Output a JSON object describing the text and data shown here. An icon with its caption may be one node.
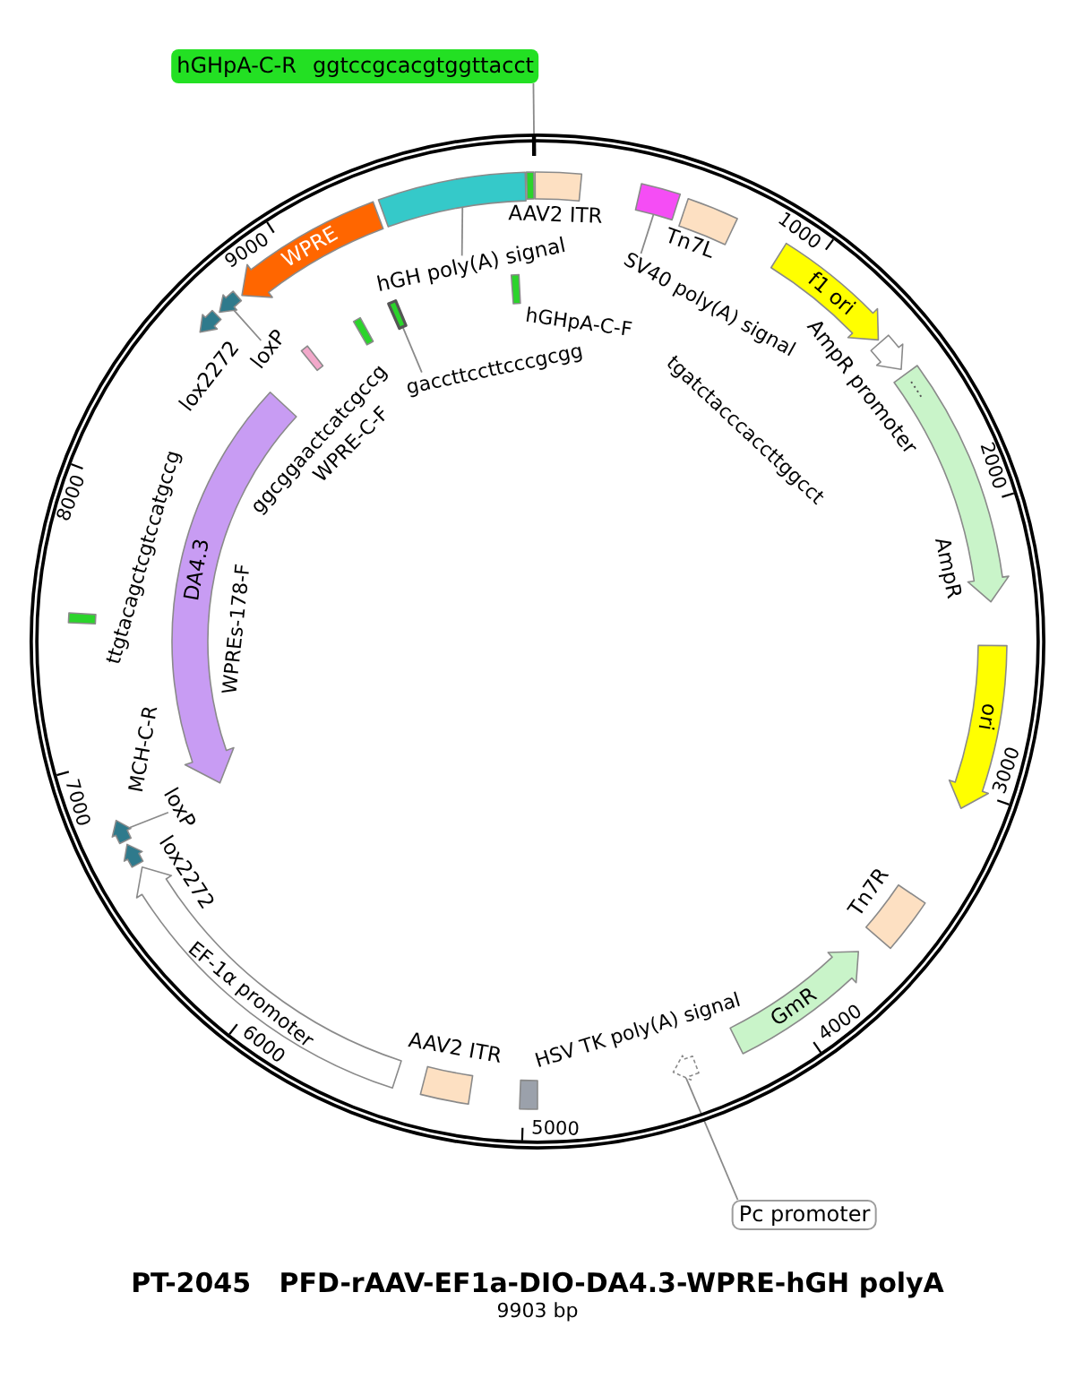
{
  "diagram": {
    "title": "PT-2045   PFD-rAAV-EF1a-DIO-DA4.3-WPRE-hGH polyA",
    "caption": "9903 bp",
    "nodes": [
      {
        "text": [
          "hGHpA-C-R",
          "ggtccgcacgtggttacct"
        ]
      },
      {
        "text": [],
        "shape": "circle"
      },
      {
        "text": [],
        "shape": "box",
        "beside": [
          "AAV2 ITR"
        ],
        "in": 1
      },
      {
        "text": [],
        "shape": "box",
        "in": 1
      },
      {
        "text": [],
        "shape": "box",
        "beside": [
          "Tn7L"
        ],
        "in": 1
      },
      {
        "text": [
          "f1 ori"
        ],
        "in": 1
      },
      {
        "text": [],
        "shape": "arrow",
        "beside": [
          "AmpR promoter"
        ],
        "in": 1
      },
      {
        "text": [],
        "shape": "arrow",
        "beside": [
          "AmpR"
        ],
        "in": 1
      },
      {
        "text": [
          "ori"
        ],
        "in": 1
      },
      {
        "text": [],
        "shape": "box",
        "beside": [
          "Tn7R"
        ],
        "in": 1
      },
      {
        "text": [
          "GmR"
        ],
        "in": 1
      },
      {
        "text": [],
        "shape": "arrow",
        "in": 1
      },
      {
        "text": [],
        "shape": "box",
        "in": 1
      },
      {
        "text": [],
        "shape": "box",
        "beside": [
          "AAV2 ITR"
        ],
        "in": 1
      },
      {
        "text": [
          "EF-1α promoter"
        ],
        "in": 1
      },
      {
        "text": [],
        "shape": "arrow",
        "in": 1
      },
      {
        "text": [],
        "shape": "arrow",
        "in": 1
      },
      {
        "text": [
          "DA4.3"
        ],
        "in": 1
      },
      {
        "text": [],
        "shape": "bar",
        "in": 1
      },
      {
        "text": [],
        "shape": "arrow",
        "beside": [
          "lox2272"
        ],
        "in": 1
      },
      {
        "text": [],
        "shape": "arrow",
        "in": 1
      },
      {
        "text": [],
        "shape": "bar",
        "in": 1
      },
      {
        "text": [
          "WPRE"
        ],
        "in": 1
      },
      {
        "text": [],
        "shape": "bar",
        "in": 1
      },
      {
        "text": [],
        "shape": "bar",
        "in": 1
      },
      {
        "text": [],
        "shape": "box",
        "in": 1
      },
      {
        "text": [],
        "shape": "bar",
        "in": 1
      },
      {
        "text": [],
        "shape": "bar",
        "in": 1
      },
      {
        "text": [
          "hGH poly(A) signal"
        ],
        "in": 1
      },
      {
        "text": [
          "SV40 poly(A) signal"
        ],
        "in": 1
      },
      {
        "text": [
          "loxP"
        ],
        "in": 1
      },
      {
        "text": [
          "gaccttccttcccgcgg"
        ],
        "in": 1
      },
      {
        "text": [
          "loxP"
        ],
        "in": 1
      },
      {
        "text": [
          "Pc promoter"
        ]
      }
    ],
    "edges": [
      {
        "from": 0,
        "to": 1,
        "arrow": "none"
      },
      {
        "from": 28,
        "to": 3,
        "arrow": "none"
      },
      {
        "from": 29,
        "to": 25,
        "arrow": "none"
      },
      {
        "from": 30,
        "to": 16,
        "arrow": "none"
      },
      {
        "from": 31,
        "to": 24,
        "arrow": "none"
      },
      {
        "from": 32,
        "to": 11,
        "arrow": "none"
      },
      {
        "from": 33,
        "to": 20,
        "arrow": "none"
      }
    ],
    "labels": [
      "9000",
      "1000",
      "hGHpA-C-F",
      "ggcggaactcatcgccg",
      "WPRE-C-F",
      "tgatctacccaccttggcct",
      "2000",
      "8000",
      "ttgtacagctcgtccatgccg",
      "WPREs-178-F",
      "MCH-C-R",
      "3000",
      "7000",
      "lox2272",
      "6000",
      "4000",
      "HSV TK poly(A) signal",
      "5000"
    ]
  }
}
